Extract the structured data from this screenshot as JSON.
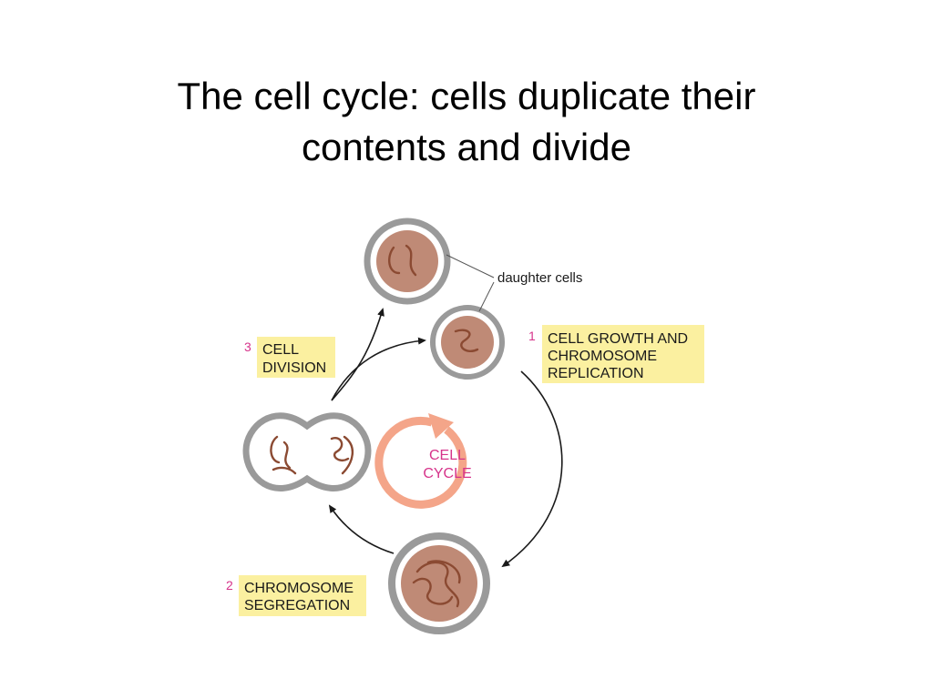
{
  "title": {
    "line1": "The cell cycle: cells duplicate their",
    "line2": "contents and divide"
  },
  "diagram": {
    "daughter_cells_label": "daughter cells",
    "center": {
      "line1": "CELL",
      "line2": "CYCLE"
    },
    "steps": [
      {
        "number": "1",
        "line1": "CELL GROWTH AND",
        "line2": "CHROMOSOME",
        "line3": "REPLICATION"
      },
      {
        "number": "2",
        "line1": "CHROMOSOME",
        "line2": "SEGREGATION"
      },
      {
        "number": "3",
        "line1": "CELL",
        "line2": "DIVISION"
      }
    ]
  },
  "colors": {
    "label_bg": "#fbf0a0",
    "step_number": "#d6338a",
    "cycle_text": "#d6338a",
    "cycle_arrow": "#f4a589",
    "cell_membrane": "#9a9a9a",
    "nucleus": "#bf8a76",
    "chromosome": "#8b4a32"
  }
}
